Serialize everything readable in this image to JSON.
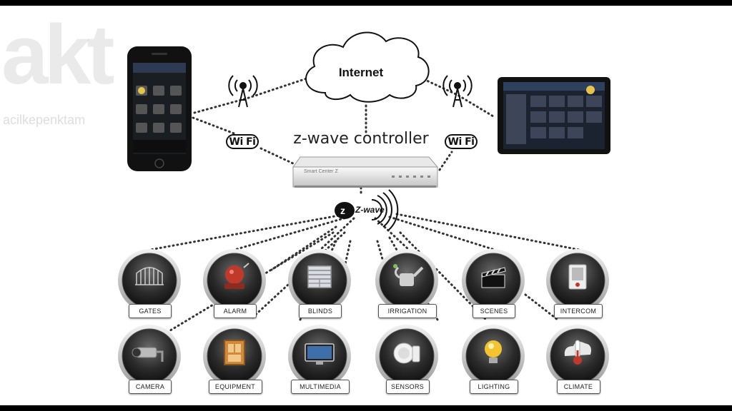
{
  "watermark": {
    "logo": "akt",
    "text": "acilkepenktam"
  },
  "internet": {
    "label": "Internet"
  },
  "controller": {
    "label": "z-wave controller",
    "brand": "Smart Center Z"
  },
  "wifi": {
    "left": "Wi Fi",
    "right": "Wi Fi"
  },
  "zwave_logo": "Z-wave",
  "devices": [
    {
      "label": "GATES",
      "icon": "gate-icon"
    },
    {
      "label": "ALARM",
      "icon": "alarm-bell-icon"
    },
    {
      "label": "BLINDS",
      "icon": "window-blinds-icon"
    },
    {
      "label": "IRRIGATION",
      "icon": "watering-can-icon"
    },
    {
      "label": "SCENES",
      "icon": "clapperboard-icon"
    },
    {
      "label": "INTERCOM",
      "icon": "intercom-icon"
    },
    {
      "label": "CAMERA",
      "icon": "security-camera-icon"
    },
    {
      "label": "EQUIPMENT",
      "icon": "door-frame-icon"
    },
    {
      "label": "MULTIMEDIA",
      "icon": "tv-icon"
    },
    {
      "label": "SENSORS",
      "icon": "sensor-icon"
    },
    {
      "label": "LIGHTING",
      "icon": "light-bulb-icon"
    },
    {
      "label": "CLIMATE",
      "icon": "thermometer-icon"
    }
  ]
}
